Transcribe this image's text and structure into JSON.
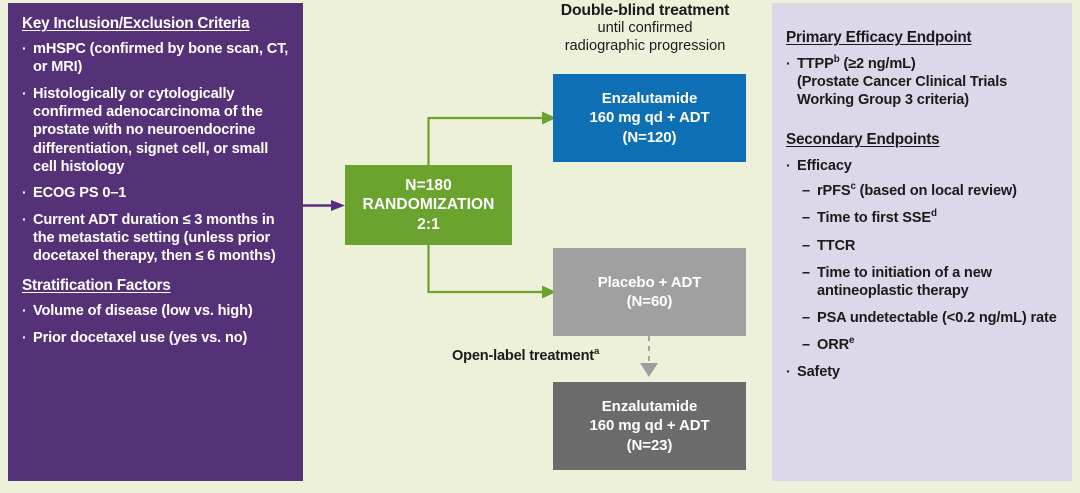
{
  "colors": {
    "background": "#edf1da",
    "left_panel": "#553278",
    "right_panel": "#ded7e9",
    "randomization": "#6aa32d",
    "enzalutamide_blind": "#0f6fb5",
    "placebo": "#a0a0a0",
    "enzalutamide_open": "#6b6b6b",
    "arrow_green": "#6aa32d",
    "arrow_purple": "#5b2d82",
    "text_dark": "#1b1b1b"
  },
  "left_panel": {
    "heading_criteria": "Key Inclusion/Exclusion Criteria",
    "criteria": [
      "mHSPC (confirmed by bone scan, CT, or MRI)",
      "Histologically or cytologically confirmed adenocarcinoma of the prostate with no neuroendocrine differentiation, signet cell, or small cell histology",
      "ECOG PS 0–1",
      "Current ADT duration ≤ 3 months in the metastatic setting (unless prior docetaxel therapy, then ≤ 6 months)"
    ],
    "heading_stratification": "Stratification Factors",
    "stratification": [
      "Volume of disease (low vs. high)",
      "Prior docetaxel use (yes vs. no)"
    ],
    "bullet_glyph": "·"
  },
  "randomization": {
    "line1": "N=180",
    "line2": "RANDOMIZATION",
    "line3": "2:1"
  },
  "double_blind_header": {
    "line1": "Double-blind treatment",
    "line2": "until confirmed",
    "line3": "radiographic progression"
  },
  "arms": {
    "enzalutamide_blind": {
      "line1": "Enzalutamide",
      "line2": "160 mg qd + ADT",
      "line3": "(N=120)"
    },
    "placebo": {
      "line1": "Placebo + ADT",
      "line2": "(N=60)",
      "line3": ""
    },
    "enzalutamide_open": {
      "line1": "Enzalutamide",
      "line2": "160 mg qd + ADT",
      "line3": "(N=23)"
    }
  },
  "open_label_label": {
    "text": "Open-label treatment",
    "footnote": "a"
  },
  "right_panel": {
    "heading_primary": "Primary Efficacy Endpoint",
    "primary": {
      "line1_pre": "TTPP",
      "line1_sup": "b",
      "line1_post": " (≥2 ng/mL)",
      "line2": "(Prostate Cancer Clinical Trials",
      "line3": "Working Group 3 criteria)"
    },
    "heading_secondary": "Secondary Endpoints",
    "efficacy_label": "Efficacy",
    "efficacy_items": [
      {
        "pre": "rPFS",
        "sup": "c",
        "post": " (based on local review)"
      },
      {
        "pre": "Time to first SSE",
        "sup": "d",
        "post": ""
      },
      {
        "pre": "TTCR",
        "sup": "",
        "post": ""
      },
      {
        "pre": "Time to initiation of a new antineoplastic therapy",
        "sup": "",
        "post": ""
      },
      {
        "pre": "PSA undetectable (<0.2 ng/mL) rate",
        "sup": "",
        "post": ""
      },
      {
        "pre": "ORR",
        "sup": "e",
        "post": ""
      }
    ],
    "safety_label": "Safety",
    "bullet_glyph": "·",
    "dash_glyph": "–"
  }
}
